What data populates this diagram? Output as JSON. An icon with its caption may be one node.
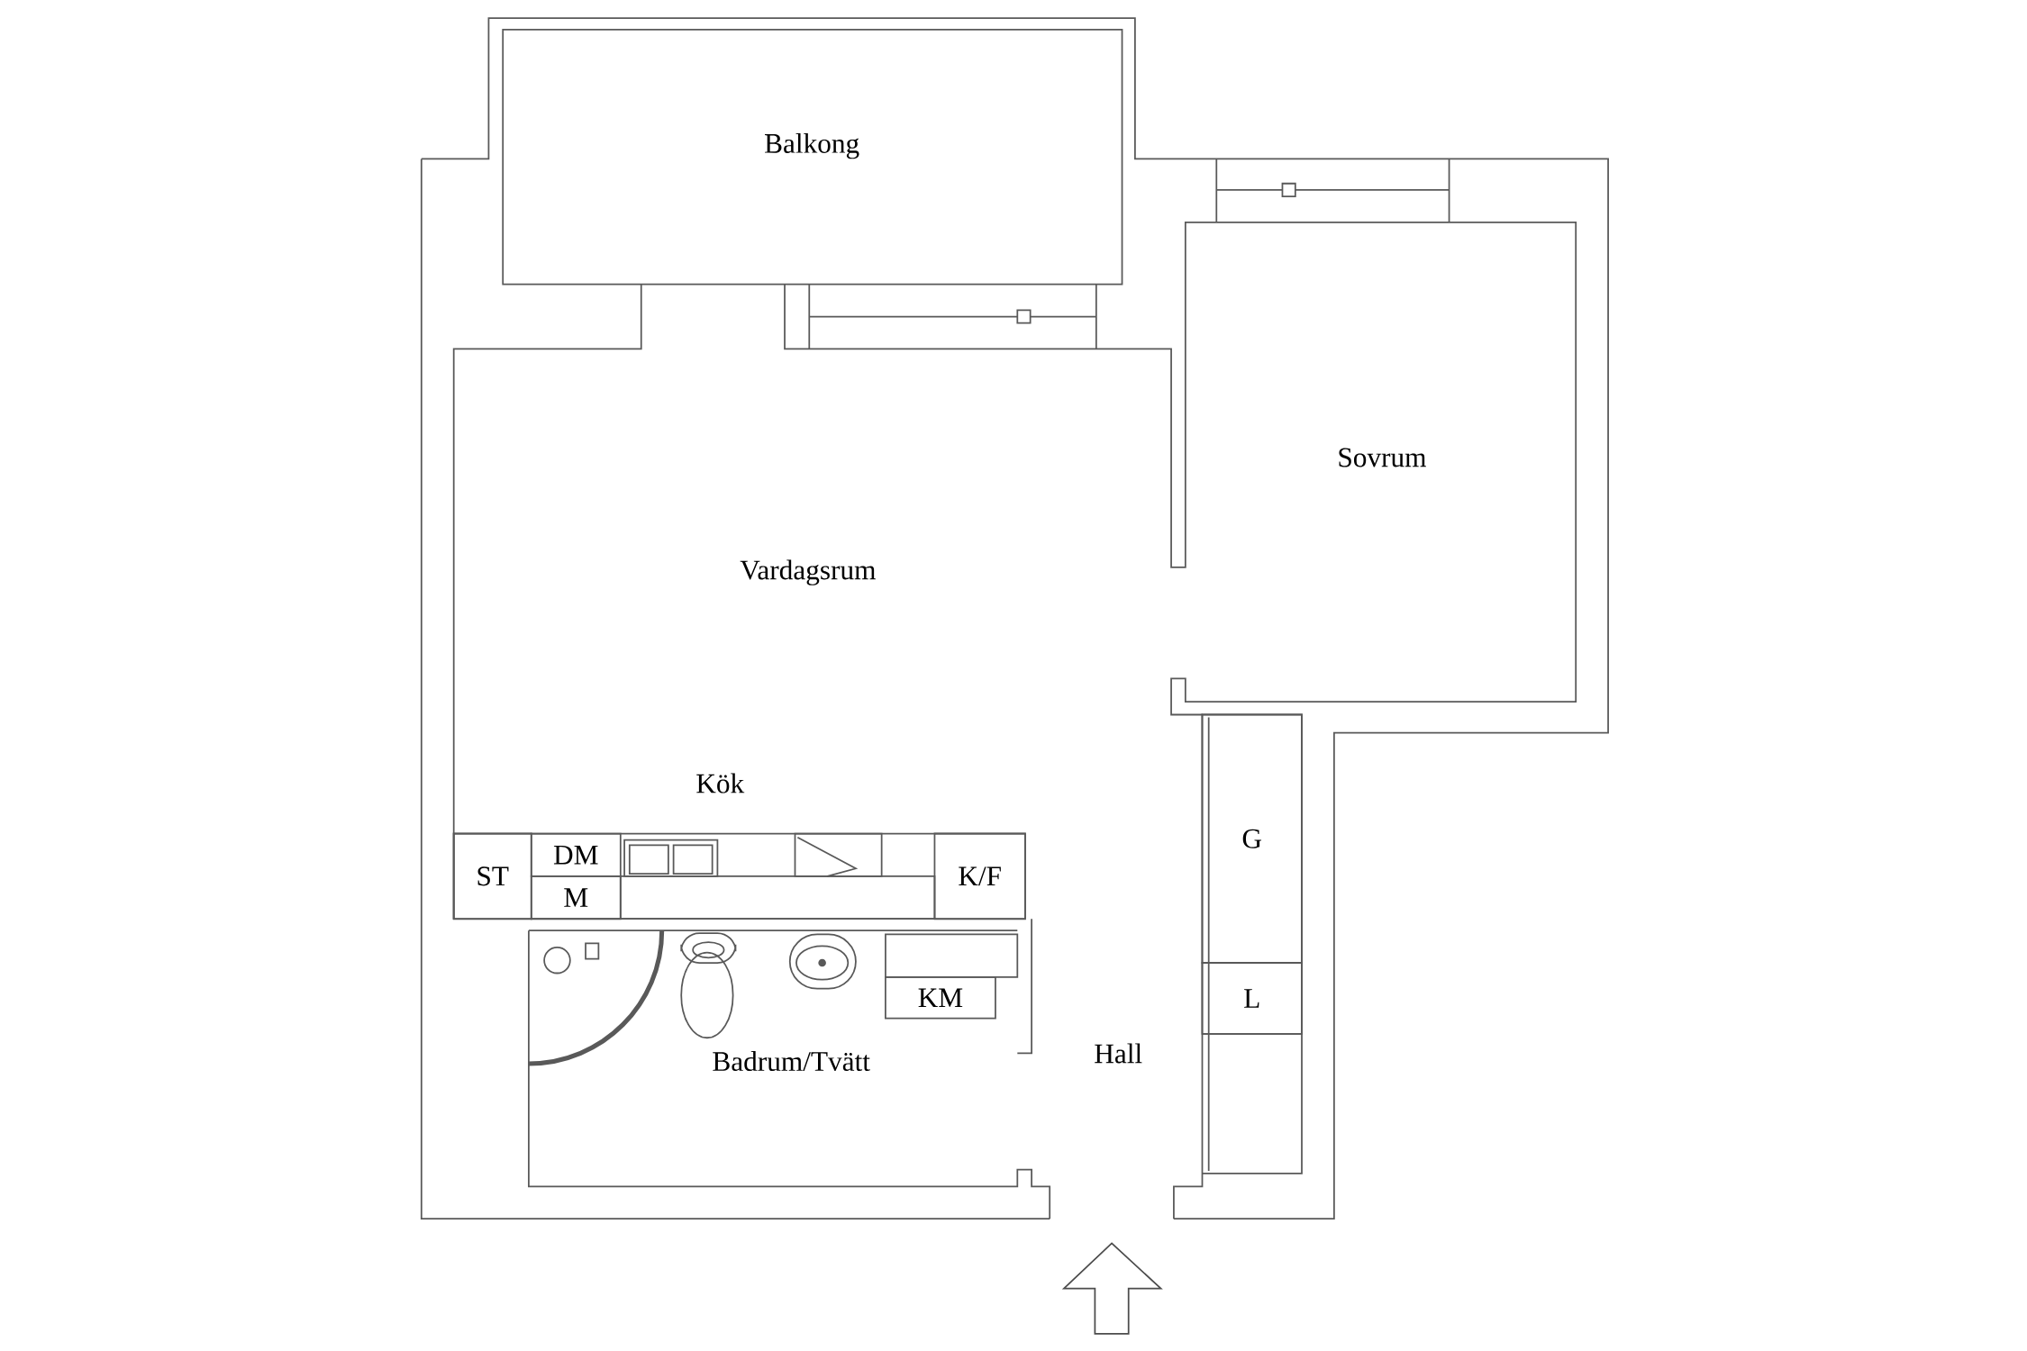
{
  "diagram": {
    "nodes": [
      {
        "text": [
          "G"
        ]
      },
      {
        "text": [
          "DM"
        ]
      },
      {
        "text": [
          "ST"
        ]
      },
      {
        "text": [
          "K/F"
        ]
      },
      {
        "text": [
          "M"
        ]
      },
      {
        "text": [
          "KM"
        ]
      },
      {
        "text": [
          "L"
        ]
      }
    ],
    "labels": [
      "Balkong",
      "Sovrum",
      "Vardagsrum",
      "Kök",
      "Badrum/Tvätt",
      "Hall"
    ]
  }
}
